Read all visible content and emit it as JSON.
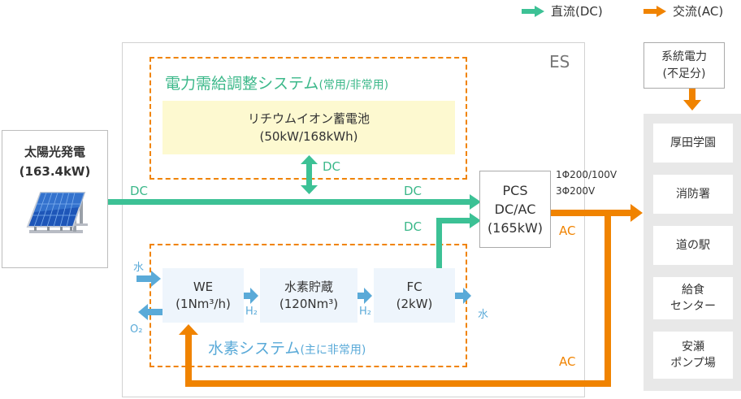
{
  "legend": {
    "dc": {
      "label": "直流(DC)",
      "color": "#3cc195"
    },
    "ac": {
      "label": "交流(AC)",
      "color": "#f08300"
    }
  },
  "es": {
    "label": "ES"
  },
  "demand_system": {
    "title": "電力需給調整システム",
    "title_note": "(常用/非常用)",
    "battery": {
      "name": "リチウムイオン蓄電池",
      "spec": "(50kW/168kWh)"
    },
    "link_label": "DC"
  },
  "solar": {
    "name": "太陽光発電",
    "spec": "(163.4kW)"
  },
  "dc_line": {
    "left_label": "DC",
    "right_label": "DC",
    "fc_label": "DC"
  },
  "pcs": {
    "line1": "PCS",
    "line2": "DC/AC",
    "line3": "(165kW)"
  },
  "output_voltage": {
    "line1": "1Φ200/100V",
    "line2": "3Φ200V"
  },
  "ac_labels": {
    "pcs_out": "AC",
    "return": "AC"
  },
  "hydrogen_system": {
    "title": "水素システム",
    "title_note": "(主に非常用)",
    "we": {
      "name": "WE",
      "spec": "(1Nm³/h)"
    },
    "storage": {
      "name": "水素貯蔵",
      "spec": "(120Nm³)"
    },
    "fc": {
      "name": "FC",
      "spec": "(2kW)"
    },
    "water_in": "水",
    "oxygen_out": "O₂",
    "h2_label_1": "H₂",
    "h2_label_2": "H₂",
    "water_out": "水"
  },
  "grid": {
    "name": "系統電力",
    "note": "(不足分)"
  },
  "loads": [
    {
      "line1": "厚田学園",
      "line2": ""
    },
    {
      "line1": "消防署",
      "line2": ""
    },
    {
      "line1": "道の駅",
      "line2": ""
    },
    {
      "line1": "給食",
      "line2": "センター"
    },
    {
      "line1": "安瀬",
      "line2": "ポンプ場"
    }
  ],
  "colors": {
    "dc": "#3cc195",
    "ac": "#f08300",
    "hydrogen": "#5aaad8",
    "dashed_border": "#f08300"
  }
}
